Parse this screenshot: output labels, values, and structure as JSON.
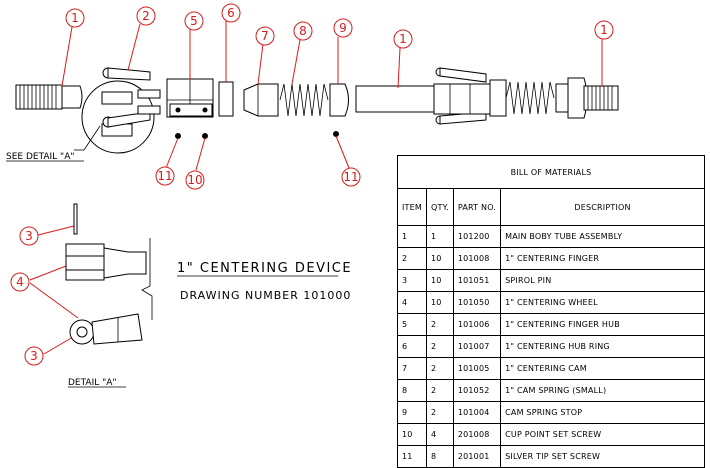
{
  "callouts": {
    "c1a": "1",
    "c2": "2",
    "c5": "5",
    "c6": "6",
    "c7": "7",
    "c8": "8",
    "c9": "9",
    "c1b": "1",
    "c1c": "1",
    "c11a": "11",
    "c10": "10",
    "c11b": "11",
    "c3a": "3",
    "c4": "4",
    "c3b": "3"
  },
  "labels": {
    "see_detail": "SEE DETAIL \"A\"",
    "detail_a": "DETAIL \"A\"",
    "device_title": "1\" CENTERING DEVICE",
    "drawing_number": "DRAWING NUMBER 101000"
  },
  "bom": {
    "title": "BILL OF MATERIALS",
    "headers": [
      "ITEM",
      "QTY.",
      "PART NO.",
      "DESCRIPTION"
    ],
    "rows": [
      [
        "1",
        "1",
        "101200",
        "MAIN BOBY TUBE ASSEMBLY"
      ],
      [
        "2",
        "10",
        "101008",
        "1\" CENTERING FINGER"
      ],
      [
        "3",
        "10",
        "101051",
        "SPIROL PIN"
      ],
      [
        "4",
        "10",
        "101050",
        "1\" CENTERING WHEEL"
      ],
      [
        "5",
        "2",
        "101006",
        "1\" CENTERING FINGER HUB"
      ],
      [
        "6",
        "2",
        "101007",
        "1\" CENTERING HUB RING"
      ],
      [
        "7",
        "2",
        "101005",
        "1\" CENTERING CAM"
      ],
      [
        "8",
        "2",
        "101052",
        "1\" CAM SPRING (SMALL)"
      ],
      [
        "9",
        "2",
        "101004",
        "CAM SPRING STOP"
      ],
      [
        "10",
        "4",
        "201008",
        "CUP POINT SET SCREW"
      ],
      [
        "11",
        "8",
        "201001",
        "SILVER TIP SET SCREW"
      ]
    ]
  },
  "colors": {
    "callout": "#d81c1c",
    "line": "#000000"
  }
}
